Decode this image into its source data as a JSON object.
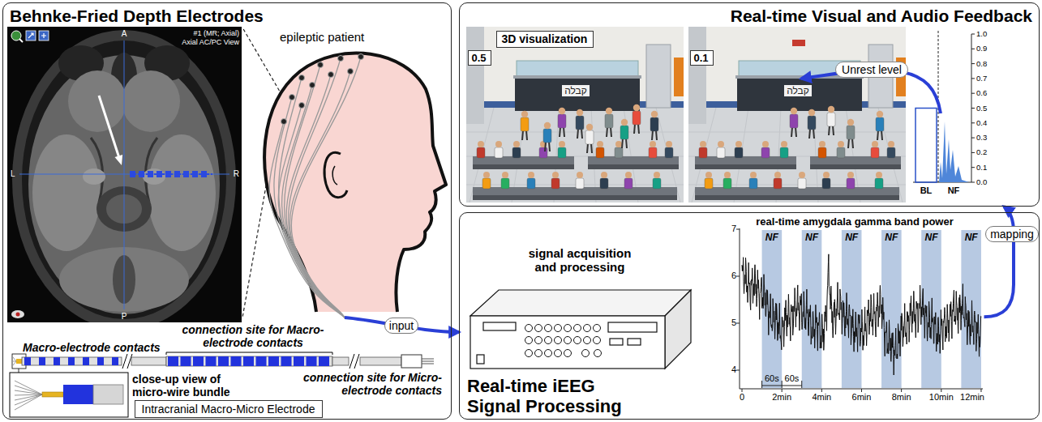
{
  "diagram": {
    "nodes": [
      {
        "text": [
          "Behnke-Fried Depth Electrodes"
        ]
      },
      {
        "text": [
          "Intracranial Macro-Micro Electrode"
        ],
        "in": 0
      },
      {
        "text": [
          "Real-time Visual and Audio Feedback"
        ]
      },
      {
        "text": [
          "3D visualization"
        ],
        "in": 2
      },
      {
        "text": [
          "0.5"
        ],
        "in": 2
      },
      {
        "text": [
          "0.1"
        ],
        "in": 2
      },
      {
        "text": [
          "Real-time iEEG Signal Processing"
        ]
      },
      {
        "text": [
          "signal acquisition and processing"
        ],
        "in": 6
      },
      {
        "text": [
          "real-time amygdala gamma band power"
        ],
        "in": 6
      }
    ],
    "edges": [
      {
        "from": 0,
        "to": 6,
        "label": "input",
        "arrow": "to"
      },
      {
        "from": 8,
        "to": 2,
        "label": "mapping",
        "arrow": "to"
      }
    ],
    "labels": [
      "epileptic patient",
      "A",
      "P",
      "L",
      "R",
      "#1 (MR; Axial)",
      "Axial AC/PC View",
      "Macro-electrode contacts",
      "connection site for Macro-electrode contacts",
      "connection site for Micro-electrode contacts",
      "close-up view of micro-wire bundle",
      "קבלה",
      "קבלה",
      "Unrest level",
      "1.0",
      "0.9",
      "0.8",
      "0.7",
      "0.6",
      "0.5",
      "0.4",
      "0.3",
      "0.2",
      "0.1",
      "0.0",
      "BL",
      "NF",
      "NF",
      "NF",
      "NF",
      "NF",
      "NF",
      "NF",
      "60s",
      "60s",
      "7",
      "6",
      "5",
      "4",
      "0",
      "2min",
      "4min",
      "6min",
      "8min",
      "10min",
      "12min"
    ]
  }
}
